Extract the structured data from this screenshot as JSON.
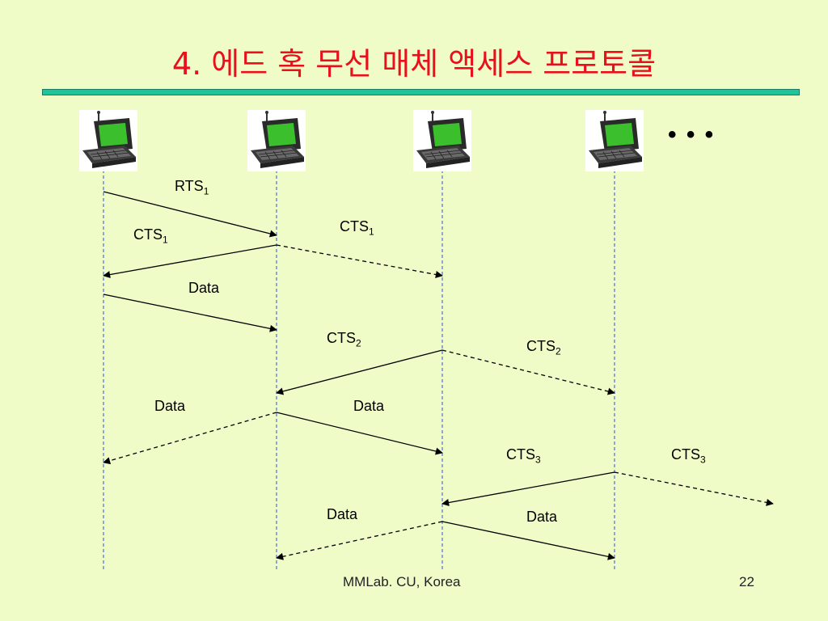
{
  "slide": {
    "title": "4. 에드 혹 무선 매체 액세스 프로토콜",
    "footer_left": "MMLab. CU, Korea",
    "page_number": "22",
    "ellipsis": "• • •"
  },
  "nodes": [
    {
      "icon": "laptop-icon"
    },
    {
      "icon": "laptop-icon"
    },
    {
      "icon": "laptop-icon"
    },
    {
      "icon": "laptop-icon"
    }
  ],
  "messages": [
    {
      "from": 0,
      "to": 1,
      "style": "solid",
      "label": "RTS",
      "sub": "1"
    },
    {
      "from": 1,
      "to": 0,
      "style": "solid",
      "label": "CTS",
      "sub": "1"
    },
    {
      "from": 1,
      "to": 2,
      "style": "dashed",
      "label": "CTS",
      "sub": "1"
    },
    {
      "from": 0,
      "to": 1,
      "style": "solid",
      "label": "Data",
      "sub": ""
    },
    {
      "from": 2,
      "to": 1,
      "style": "solid",
      "label": "CTS",
      "sub": "2"
    },
    {
      "from": 2,
      "to": 3,
      "style": "dashed",
      "label": "CTS",
      "sub": "2"
    },
    {
      "from": 1,
      "to": 0,
      "style": "dashed",
      "label": "Data",
      "sub": ""
    },
    {
      "from": 1,
      "to": 2,
      "style": "solid",
      "label": "Data",
      "sub": ""
    },
    {
      "from": 3,
      "to": 2,
      "style": "solid",
      "label": "CTS",
      "sub": "3"
    },
    {
      "from": 3,
      "to": "right-edge",
      "style": "dashed",
      "label": "CTS",
      "sub": "3"
    },
    {
      "from": 2,
      "to": 1,
      "style": "dashed",
      "label": "Data",
      "sub": ""
    },
    {
      "from": 2,
      "to": 3,
      "style": "solid",
      "label": "Data",
      "sub": ""
    }
  ],
  "colors": {
    "background": "#f0fcc8",
    "title": "#e8101c",
    "title_rule": "#1fc49a",
    "lifeline": "#3050d0"
  }
}
